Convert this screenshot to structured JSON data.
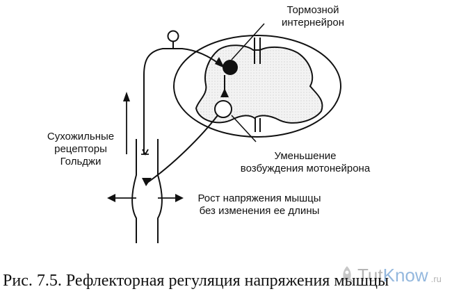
{
  "diagram": {
    "labels": {
      "interneuron": [
        "Тормозной",
        "интернейрон"
      ],
      "receptors": [
        "Сухожильные",
        "рецепторы",
        "Гольджи"
      ],
      "reduced_excitation": [
        "Уменьшение",
        "возбуждения мотонейрона"
      ],
      "tension_growth": [
        "Рост напряжения мышцы",
        "без изменения ее длины"
      ]
    },
    "caption": "Рис. 7.5.  Рефлекторная регуляция напряжения мышцы",
    "watermark": {
      "part1": "Tut",
      "part2": "Know",
      "suffix": ".ru"
    },
    "colors": {
      "ink": "#111111",
      "gray_matter": "#eeeeee",
      "watermark_blue": "#3e7fc4"
    }
  }
}
